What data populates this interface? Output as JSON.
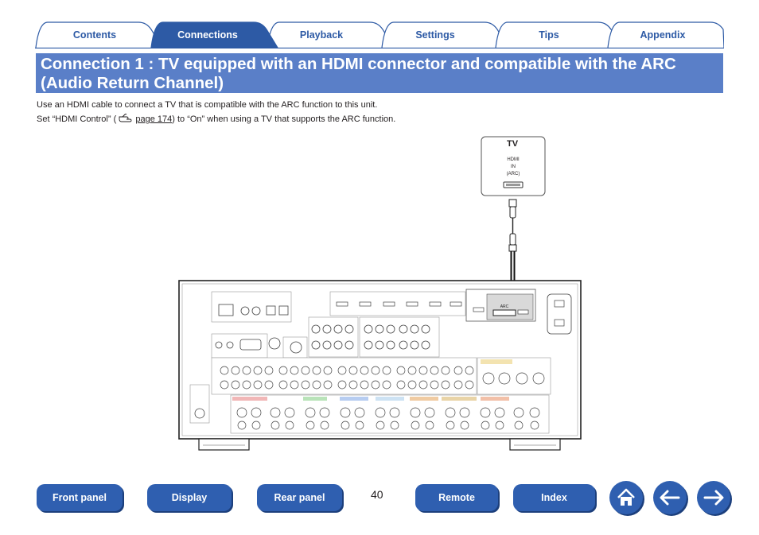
{
  "tabs": [
    {
      "label": "Contents"
    },
    {
      "label": "Connections"
    },
    {
      "label": "Playback"
    },
    {
      "label": "Settings"
    },
    {
      "label": "Tips"
    },
    {
      "label": "Appendix"
    }
  ],
  "active_tab": "Connections",
  "heading": "Connection 1 : TV equipped with an HDMI connector and compatible with the ARC (Audio Return Channel)",
  "body": {
    "line1": "Use an HDMI cable to connect a TV that is compatible with the ARC function to this unit.",
    "line2_prefix": "Set “HDMI Control” (",
    "line2_link": "page 174",
    "line2_suffix": ") to “On” when using a TV that supports the ARC function."
  },
  "diagram": {
    "tv_label": "TV",
    "tv_port_line1": "HDMI",
    "tv_port_line2": "IN",
    "tv_port_line3": "(ARC)",
    "receiver_port_label": "ARC"
  },
  "footer": {
    "front_panel": "Front panel",
    "display": "Display",
    "rear_panel": "Rear panel",
    "page_number": "40",
    "remote": "Remote",
    "index": "Index"
  }
}
